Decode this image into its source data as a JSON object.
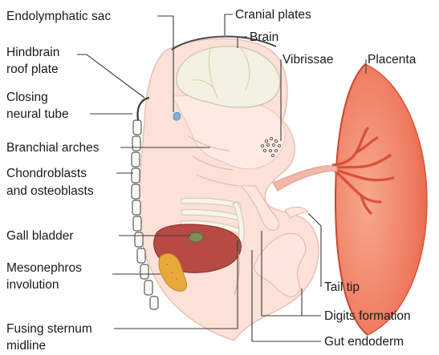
{
  "labels": {
    "endolymphatic_sac": "Endolymphatic sac",
    "cranial_plates": "Cranial plates",
    "brain": "Brain",
    "vibrissae": "Vibrissae",
    "placenta": "Placenta",
    "hindbrain_roof_plate": [
      "Hindbrain",
      "roof plate"
    ],
    "closing_neural_tube": [
      "Closing",
      "neural tube"
    ],
    "branchial_arches": "Branchial arches",
    "chondroblasts_osteoblasts": [
      "Chondroblasts",
      "and osteoblasts"
    ],
    "gall_bladder": "Gall bladder",
    "mesonephros_involution": [
      "Mesonephros",
      "involution"
    ],
    "tail_tip": "Tail tip",
    "digits_formation": "Digits formation",
    "fusing_sternum_midline": [
      "Fusing sternum",
      "midline"
    ],
    "gut_endoderm": "Gut endoderm"
  },
  "colors": {
    "embryo_skin": "#fbe1d8",
    "embryo_outline": "#e9b8a9",
    "brain": "#f4f0e2",
    "placenta": "#ef7a5f",
    "placenta_rim": "#d9533b",
    "liver": "#b84a44",
    "gall_bladder": "#7e8f5a",
    "mesonephros": "#e9a93a",
    "endolymphatic_sac": "#7fb2d8"
  }
}
